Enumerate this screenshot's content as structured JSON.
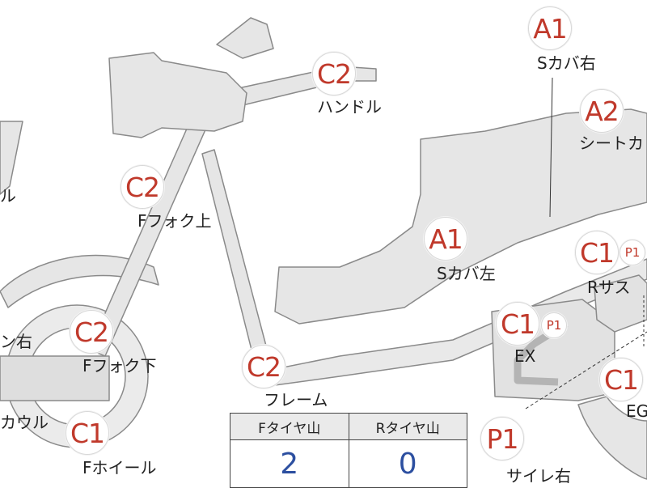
{
  "parts": [
    {
      "id": "handle",
      "grade": "C2",
      "label": "ハンドル"
    },
    {
      "id": "s-cover-right",
      "grade": "A1",
      "label": "Sカバ右"
    },
    {
      "id": "seat-cover",
      "grade": "A2",
      "label": "シートカ"
    },
    {
      "id": "f-fork-upper",
      "grade": "C2",
      "label": "Fフォク上"
    },
    {
      "id": "s-cover-left",
      "grade": "A1",
      "label": "Sカバ左"
    },
    {
      "id": "r-suspension",
      "grade": "C1",
      "subgrade": "P1",
      "label": "Rサス"
    },
    {
      "id": "ex",
      "grade": "C1",
      "subgrade": "P1",
      "label": "EX"
    },
    {
      "id": "f-fork-lower",
      "grade": "C2",
      "label": "Fフォク下"
    },
    {
      "id": "frame",
      "grade": "C2",
      "label": "フレーム"
    },
    {
      "id": "f-wheel",
      "grade": "C1",
      "label": "Fホイール"
    },
    {
      "id": "silencer-right",
      "grade": "P1",
      "label": "サイレ右"
    },
    {
      "id": "eg",
      "grade": "C1",
      "label": "EG"
    },
    {
      "id": "left-edge-1",
      "label": "ル"
    },
    {
      "id": "left-edge-2",
      "label": "ン右"
    },
    {
      "id": "left-edge-3",
      "label": "カウル"
    }
  ],
  "tire_table": {
    "headers": [
      "Fタイヤ山",
      "Rタイヤ山"
    ],
    "values": [
      "2",
      "0"
    ]
  },
  "colors": {
    "body_fill": "#e6e6e6",
    "body_stroke": "#8a8a8a",
    "grade_text": "#c0392b",
    "tire_value": "#2c4fa0"
  }
}
